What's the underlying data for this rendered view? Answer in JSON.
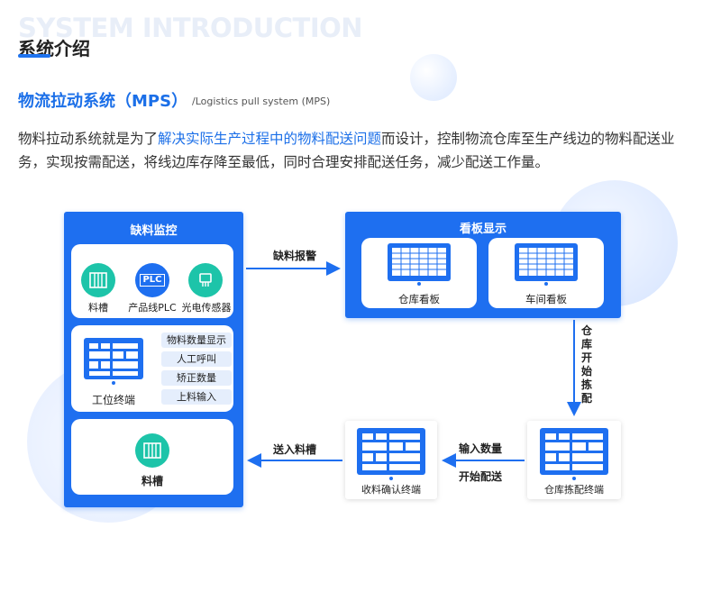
{
  "header": {
    "en_title": "SYSTEM INTRODUCTION",
    "cn_title": "系统介绍"
  },
  "section": {
    "title": "物流拉动系统（MPS）",
    "subtitle_en": "/Logistics pull system (MPS)"
  },
  "description": {
    "part1": "物料拉动系统就是为了",
    "highlight": "解决实际生产过程中的物料配送问题",
    "part2": "而设计，控制物流仓库至生产线边的物料配送业务，实现按需配送，将线边库存降至最低，同时合理安排配送任务，减少配送工作量。"
  },
  "diagram": {
    "shortage_panel": {
      "title": "缺料监控",
      "sensors": {
        "trough_label": "料槽",
        "plc_label": "产品线PLC",
        "plc_icon_text": "PLC",
        "photo_label": "光电传感器"
      },
      "workstation": {
        "label": "工位终端",
        "tags": [
          "物料数量显示",
          "人工呼叫",
          "矫正数量",
          "上料输入"
        ]
      },
      "bottom_trough_label": "料槽"
    },
    "kanban_panel": {
      "title": "看板显示",
      "warehouse_board": "仓库看板",
      "workshop_board": "车间看板"
    },
    "arrows": {
      "shortage_report": "缺料报警",
      "warehouse_start_pick": "仓库开始拣配",
      "input_qty": "输入数量",
      "start_delivery": "开始配送",
      "deliver_to_trough": "送入料槽"
    },
    "terminals": {
      "picking": "仓库拣配终端",
      "receiving": "收料确认终端"
    }
  },
  "colors": {
    "primary": "#1e6ff0",
    "teal": "#1dc4a9",
    "highlight": "#1b6fe8"
  }
}
